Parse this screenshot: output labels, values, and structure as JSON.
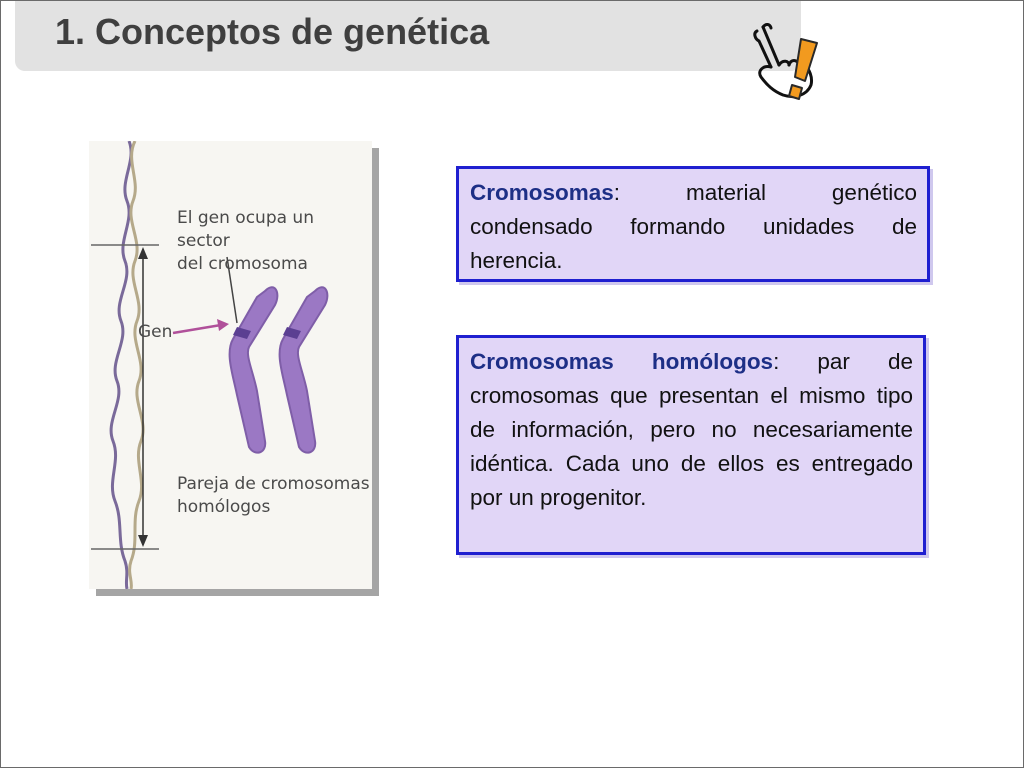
{
  "slide": {
    "title": "1. Conceptos de genética",
    "icon": "pointing-hand-exclamation-icon"
  },
  "figure": {
    "label_gene_sector": "El gen ocupa un sector\ndel cromosoma",
    "label_gene": "Gen",
    "label_homologous_pair": "Pareja de cromosomas\nhomólogos",
    "colors": {
      "chromosome": "#9b78c4",
      "band": "#5b3f92",
      "arrow": "#b0509a",
      "dna": "#7a6a9a"
    }
  },
  "definitions": [
    {
      "term": "Cromosomas",
      "separator": ":",
      "text": " material genético condensado formando unidades de herencia."
    },
    {
      "term": "Cromosomas homólogos",
      "separator": ":",
      "text": " par de cromosomas que presentan el mismo tipo de información, pero no necesariamente idéntica. Cada uno de ellos es  entregado por un progenitor."
    }
  ],
  "colors": {
    "box_fill": "#e1d6f7",
    "box_border": "#1f1fd0",
    "term": "#1d2f86",
    "title_bar": "#e2e2e2",
    "accent_orange": "#f29a1f"
  }
}
